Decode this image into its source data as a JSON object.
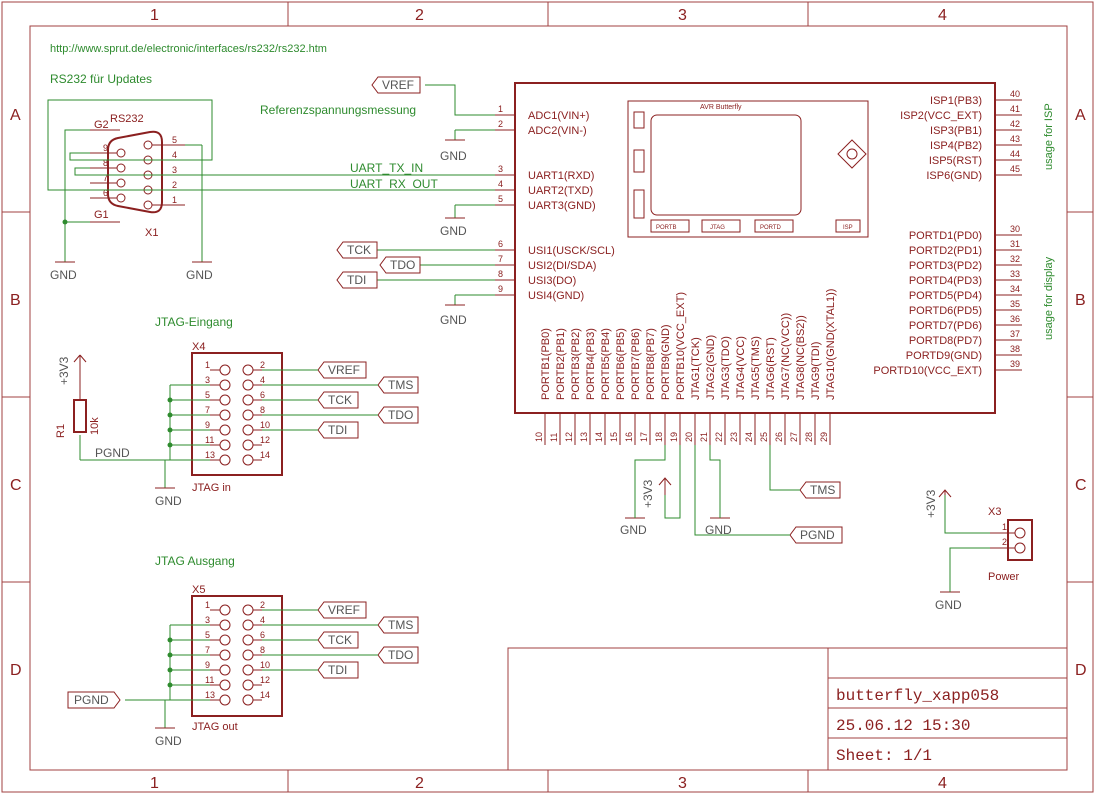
{
  "frame": {
    "columns": [
      "1",
      "2",
      "3",
      "4"
    ],
    "rows": [
      "A",
      "B",
      "C",
      "D"
    ]
  },
  "notes": {
    "url": "http://www.sprut.de/electronic/interfaces/rs232/rs232.htm",
    "rs232_title": "RS232 für Updates",
    "vref_note": "Referenzspannungsmessung",
    "usage_isp": "usage for ISP",
    "usage_display": "usage for display",
    "jtag_in_title": "JTAG-Eingang",
    "jtag_out_title": "JTAG Ausgang"
  },
  "rs232": {
    "name": "RS232",
    "ref": "X1",
    "g2": "G2",
    "g1": "G1",
    "left_pins": [
      "9",
      "8",
      "7",
      "6"
    ],
    "right_pins": [
      "5",
      "4",
      "3",
      "2",
      "1"
    ]
  },
  "nets": {
    "uart_tx": "UART_TX_IN",
    "uart_rx": "UART_RX_OUT",
    "pgnd": "PGND",
    "gnd": "GND",
    "v3v3": "+3V3"
  },
  "butterfly": {
    "title": "AVR Butterfly",
    "left_pins": [
      {
        "num": "1",
        "name": "ADC1(VIN+)"
      },
      {
        "num": "2",
        "name": "ADC2(VIN-)"
      },
      {
        "num": "3",
        "name": "UART1(RXD)"
      },
      {
        "num": "4",
        "name": "UART2(TXD)"
      },
      {
        "num": "5",
        "name": "UART3(GND)"
      },
      {
        "num": "6",
        "name": "USI1(USCK/SCL)"
      },
      {
        "num": "7",
        "name": "USI2(DI/SDA)"
      },
      {
        "num": "8",
        "name": "USI3(DO)"
      },
      {
        "num": "9",
        "name": "USI4(GND)"
      }
    ],
    "isp_pins": [
      {
        "num": "40",
        "name": "ISP1(PB3)"
      },
      {
        "num": "41",
        "name": "ISP2(VCC_EXT)"
      },
      {
        "num": "42",
        "name": "ISP3(PB1)"
      },
      {
        "num": "43",
        "name": "ISP4(PB2)"
      },
      {
        "num": "44",
        "name": "ISP5(RST)"
      },
      {
        "num": "45",
        "name": "ISP6(GND)"
      }
    ],
    "portd_pins": [
      {
        "num": "30",
        "name": "PORTD1(PD0)"
      },
      {
        "num": "31",
        "name": "PORTD2(PD1)"
      },
      {
        "num": "32",
        "name": "PORTD3(PD2)"
      },
      {
        "num": "33",
        "name": "PORTD4(PD3)"
      },
      {
        "num": "34",
        "name": "PORTD5(PD4)"
      },
      {
        "num": "35",
        "name": "PORTD6(PD5)"
      },
      {
        "num": "36",
        "name": "PORTD7(PD6)"
      },
      {
        "num": "37",
        "name": "PORTD8(PD7)"
      },
      {
        "num": "38",
        "name": "PORTD9(GND)"
      },
      {
        "num": "39",
        "name": "PORTD10(VCC_EXT)"
      }
    ],
    "bottom_pins": [
      {
        "num": "10",
        "name": "PORTB1(PB0)"
      },
      {
        "num": "11",
        "name": "PORTB2(PB1)"
      },
      {
        "num": "12",
        "name": "PORTB3(PB2)"
      },
      {
        "num": "13",
        "name": "PORTB4(PB3)"
      },
      {
        "num": "14",
        "name": "PORTB5(PB4)"
      },
      {
        "num": "15",
        "name": "PORTB6(PB5)"
      },
      {
        "num": "16",
        "name": "PORTB7(PB6)"
      },
      {
        "num": "17",
        "name": "PORTB8(PB7)"
      },
      {
        "num": "18",
        "name": "PORTB9(GND)"
      },
      {
        "num": "19",
        "name": "PORTB10(VCC_EXT)"
      },
      {
        "num": "20",
        "name": "JTAG1(TCK)"
      },
      {
        "num": "21",
        "name": "JTAG2(GND)"
      },
      {
        "num": "22",
        "name": "JTAG3(TDO)"
      },
      {
        "num": "23",
        "name": "JTAG4(VCC)"
      },
      {
        "num": "24",
        "name": "JTAG5(TMS)"
      },
      {
        "num": "25",
        "name": "JTAG6(RST)"
      },
      {
        "num": "26",
        "name": "JTAG7(NC(VCC))"
      },
      {
        "num": "27",
        "name": "JTAG8(NC(BS2))"
      },
      {
        "num": "28",
        "name": "JTAG9(TDI)"
      },
      {
        "num": "29",
        "name": "JTAG10(GND(XTAL1))"
      }
    ],
    "board_labels": [
      "PORTB",
      "JTAG",
      "PORTD",
      "ISP"
    ]
  },
  "labels": {
    "vref": "VREF",
    "tck": "TCK",
    "tdo": "TDO",
    "tdi": "TDI",
    "tms": "TMS",
    "pgnd": "PGND"
  },
  "resistor": {
    "ref": "R1",
    "value": "10k"
  },
  "x4": {
    "ref": "X4",
    "name": "JTAG in"
  },
  "x5": {
    "ref": "X5",
    "name": "JTAG out"
  },
  "x3": {
    "ref": "X3",
    "name": "Power",
    "pins": [
      "1",
      "2"
    ]
  },
  "header_pins": {
    "odd": [
      "1",
      "3",
      "5",
      "7",
      "9",
      "11",
      "13"
    ],
    "even": [
      "2",
      "4",
      "6",
      "8",
      "10",
      "12",
      "14"
    ]
  },
  "titleblock": {
    "name": "butterfly_xapp058",
    "date": "25.06.12 15:30",
    "sheet": "Sheet: 1/1"
  }
}
